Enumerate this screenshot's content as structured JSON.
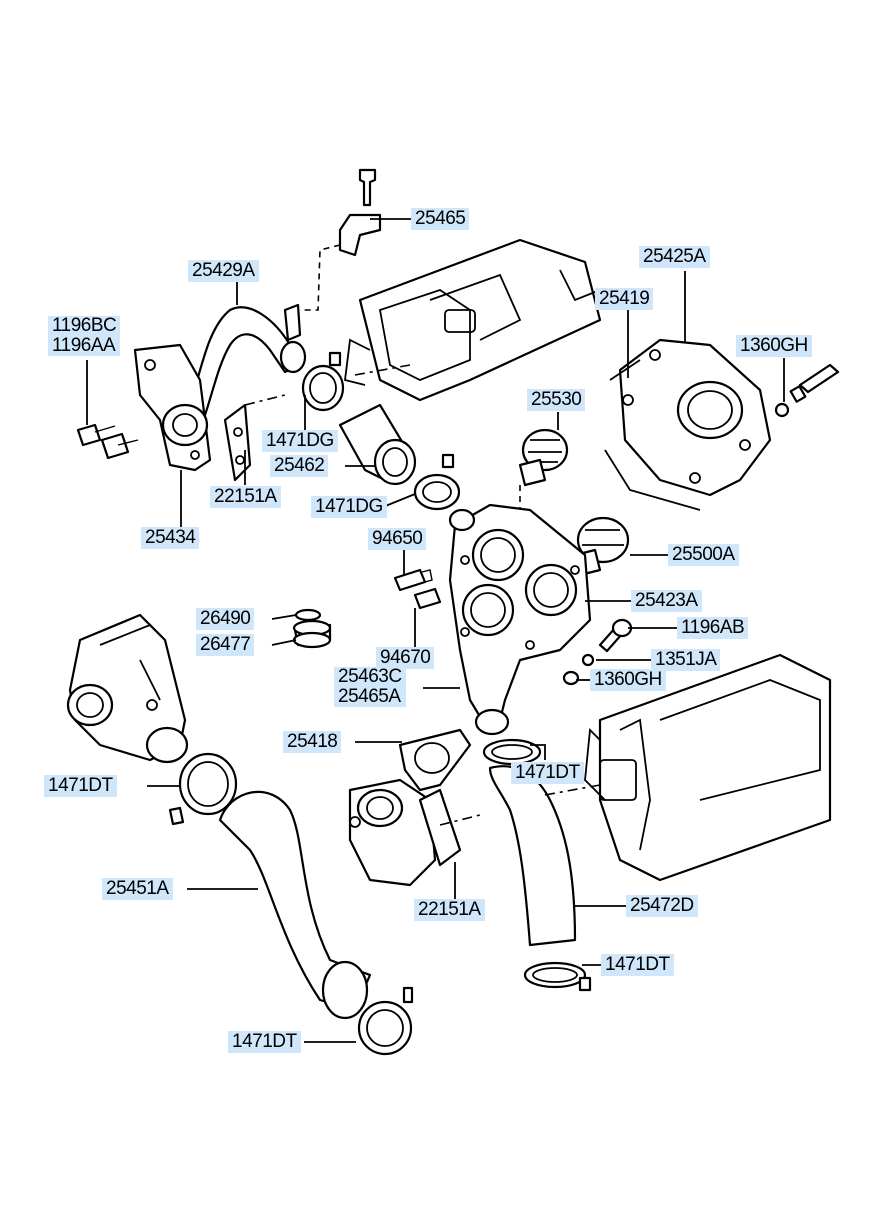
{
  "diagram": {
    "labels": [
      {
        "id": "25465",
        "text": "25465"
      },
      {
        "id": "25429A",
        "text": "25429A"
      },
      {
        "id": "25425A",
        "text": "25425A"
      },
      {
        "id": "25419",
        "text": "25419"
      },
      {
        "id": "1196BC",
        "text": "1196BC"
      },
      {
        "id": "1196AA",
        "text": "1196AA"
      },
      {
        "id": "1360GH_top",
        "text": "1360GH"
      },
      {
        "id": "25530",
        "text": "25530"
      },
      {
        "id": "1471DG_a",
        "text": "1471DG"
      },
      {
        "id": "25462",
        "text": "25462"
      },
      {
        "id": "22151A_top",
        "text": "22151A"
      },
      {
        "id": "1471DG_b",
        "text": "1471DG"
      },
      {
        "id": "25434",
        "text": "25434"
      },
      {
        "id": "94650",
        "text": "94650"
      },
      {
        "id": "25500A",
        "text": "25500A"
      },
      {
        "id": "25423A",
        "text": "25423A"
      },
      {
        "id": "26490",
        "text": "26490"
      },
      {
        "id": "26477",
        "text": "26477"
      },
      {
        "id": "1196AB",
        "text": "1196AB"
      },
      {
        "id": "94670",
        "text": "94670"
      },
      {
        "id": "1351JA",
        "text": "1351JA"
      },
      {
        "id": "25463C",
        "text": "25463C"
      },
      {
        "id": "25465A",
        "text": "25465A"
      },
      {
        "id": "1360GH_mid",
        "text": "1360GH"
      },
      {
        "id": "25418",
        "text": "25418"
      },
      {
        "id": "1471DT_a",
        "text": "1471DT"
      },
      {
        "id": "1471DT_b",
        "text": "1471DT"
      },
      {
        "id": "25451A",
        "text": "25451A"
      },
      {
        "id": "22151A_bot",
        "text": "22151A"
      },
      {
        "id": "25472D",
        "text": "25472D"
      },
      {
        "id": "1471DT_c",
        "text": "1471DT"
      },
      {
        "id": "1471DT_d",
        "text": "1471DT"
      }
    ]
  },
  "colors": {
    "label_bg": "#cfe6fb",
    "line": "#000000",
    "background": "#ffffff"
  }
}
